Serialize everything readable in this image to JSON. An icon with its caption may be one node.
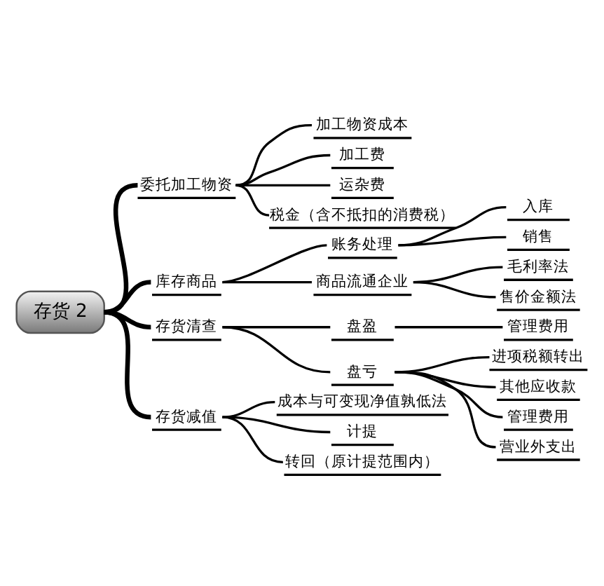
{
  "diagram": {
    "nodes": [
      {
        "text": [
          "存货 2"
        ]
      },
      {
        "text": [
          "委托加工物资"
        ]
      },
      {
        "text": [
          "加工物资成本"
        ]
      },
      {
        "text": [
          "加工费"
        ]
      },
      {
        "text": [
          "运杂费"
        ]
      },
      {
        "text": [
          "税金（含不抵扣的消费税）"
        ]
      },
      {
        "text": [
          "库存商品"
        ]
      },
      {
        "text": [
          "账务处理"
        ]
      },
      {
        "text": [
          "入库"
        ]
      },
      {
        "text": [
          "销售"
        ]
      },
      {
        "text": [
          "商品流通企业"
        ]
      },
      {
        "text": [
          "毛利率法"
        ]
      },
      {
        "text": [
          "售价金额法"
        ]
      },
      {
        "text": [
          "存货清查"
        ]
      },
      {
        "text": [
          "盘盈"
        ]
      },
      {
        "text": [
          "管理费用"
        ]
      },
      {
        "text": [
          "盘亏"
        ]
      },
      {
        "text": [
          "进项税额转出"
        ]
      },
      {
        "text": [
          "其他应收款"
        ]
      },
      {
        "text": [
          "管理费用"
        ]
      },
      {
        "text": [
          "营业外支出"
        ]
      },
      {
        "text": [
          "存货减值"
        ]
      },
      {
        "text": [
          "成本与可变现净值孰低法"
        ]
      },
      {
        "text": [
          "计提"
        ]
      },
      {
        "text": [
          "转回（原计提范围内）"
        ]
      }
    ],
    "edges": [
      {
        "from": 0,
        "to": 1,
        "arrow": "none",
        "style": "thick"
      },
      {
        "from": 1,
        "to": 2,
        "arrow": "none"
      },
      {
        "from": 1,
        "to": 3,
        "arrow": "none"
      },
      {
        "from": 1,
        "to": 4,
        "arrow": "none"
      },
      {
        "from": 1,
        "to": 5,
        "arrow": "none"
      },
      {
        "from": 0,
        "to": 6,
        "arrow": "none",
        "style": "thick"
      },
      {
        "from": 6,
        "to": 7,
        "arrow": "none"
      },
      {
        "from": 7,
        "to": 8,
        "arrow": "none"
      },
      {
        "from": 7,
        "to": 9,
        "arrow": "none"
      },
      {
        "from": 6,
        "to": 10,
        "arrow": "none"
      },
      {
        "from": 10,
        "to": 11,
        "arrow": "none"
      },
      {
        "from": 10,
        "to": 12,
        "arrow": "none"
      },
      {
        "from": 0,
        "to": 13,
        "arrow": "none",
        "style": "thick"
      },
      {
        "from": 13,
        "to": 14,
        "arrow": "none"
      },
      {
        "from": 14,
        "to": 15,
        "arrow": "none"
      },
      {
        "from": 13,
        "to": 16,
        "arrow": "none"
      },
      {
        "from": 16,
        "to": 17,
        "arrow": "none"
      },
      {
        "from": 16,
        "to": 18,
        "arrow": "none"
      },
      {
        "from": 16,
        "to": 19,
        "arrow": "none"
      },
      {
        "from": 16,
        "to": 20,
        "arrow": "none"
      },
      {
        "from": 0,
        "to": 21,
        "arrow": "none",
        "style": "thick"
      },
      {
        "from": 21,
        "to": 22,
        "arrow": "none"
      },
      {
        "from": 21,
        "to": 23,
        "arrow": "none"
      },
      {
        "from": 21,
        "to": 24,
        "arrow": "none"
      }
    ]
  }
}
